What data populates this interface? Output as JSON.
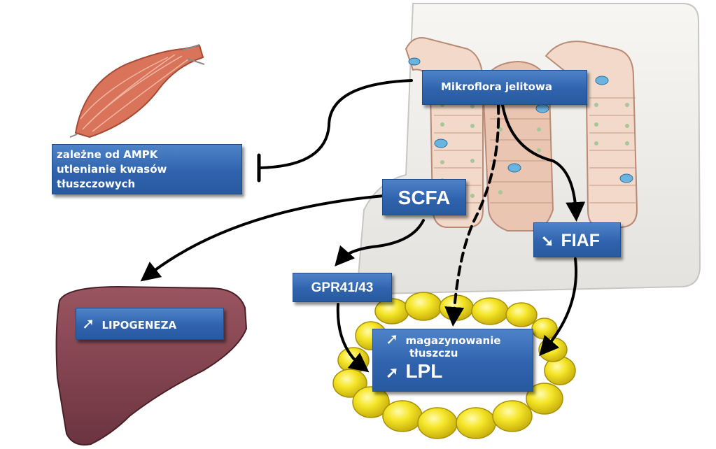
{
  "labels": {
    "mikroflora": "Mikroflora jelitowa",
    "ampk_line1": "zależne od AMPK",
    "ampk_line2": "utlenianie kwasów",
    "ampk_line3": "tłuszczowych",
    "scfa": "SCFA",
    "fiaf": "FIAF",
    "gpr": "GPR41/43",
    "lipogeneza": "LIPOGENEZA",
    "magazynowanie": "magazynowanie",
    "tluszczu": "tłuszczu",
    "lpl": "LPL"
  },
  "indicators": {
    "increase": "➚",
    "decrease": "➘"
  },
  "colors": {
    "box_fill": "#2f63ad",
    "liver": "#7a3f4a",
    "fat_cells": "#f2e21a",
    "muscle": "#d9735a",
    "intestine_wall": "#f3d9c9",
    "arrow": "#000000"
  }
}
